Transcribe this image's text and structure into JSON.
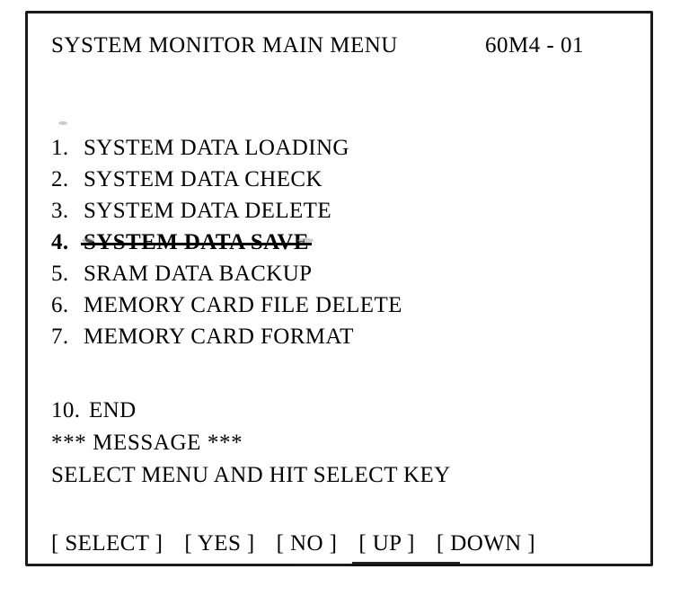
{
  "screen": {
    "header": {
      "title": "SYSTEM MONITOR MAIN MENU",
      "code": "60M4 - 01"
    },
    "menu_items": [
      {
        "num": "1.",
        "label": "SYSTEM DATA LOADING",
        "selected": false
      },
      {
        "num": "2.",
        "label": "SYSTEM DATA CHECK",
        "selected": false
      },
      {
        "num": "3.",
        "label": "SYSTEM DATA DELETE",
        "selected": false
      },
      {
        "num": "4.",
        "label": "SYSTEM DATA SAVE",
        "selected": true
      },
      {
        "num": "5.",
        "label": "SRAM DATA BACKUP",
        "selected": false
      },
      {
        "num": "6.",
        "label": "MEMORY CARD FILE DELETE",
        "selected": false
      },
      {
        "num": "7.",
        "label": "MEMORY CARD FORMAT",
        "selected": false
      }
    ],
    "end_entry": {
      "num": "10.",
      "label": "END"
    },
    "message_header": "*** MESSAGE ***",
    "message_text": "SELECT MENU AND HIT SELECT KEY",
    "softkeys": [
      {
        "label": "[ SELECT ]"
      },
      {
        "label": "[ YES ]"
      },
      {
        "label": "[ NO ]"
      },
      {
        "label": "[ UP ]"
      },
      {
        "label": "[ DOWN ]"
      }
    ]
  },
  "colors": {
    "frame": "#1a1a1a",
    "text": "#000000",
    "background": "#ffffff"
  }
}
